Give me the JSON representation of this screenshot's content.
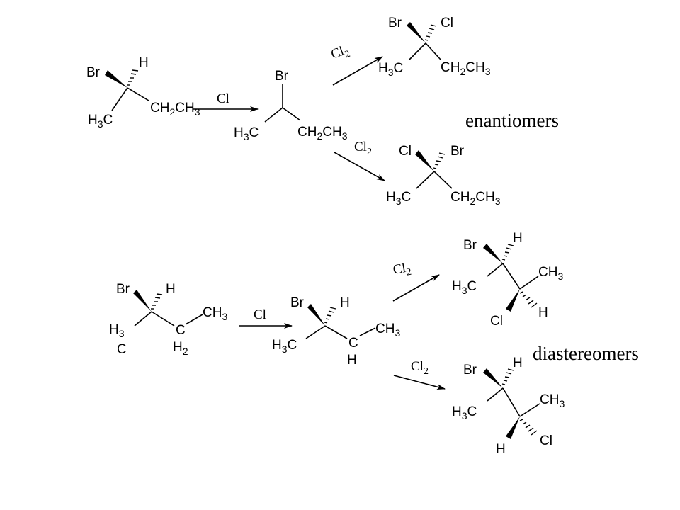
{
  "captions": {
    "enantiomers": "enantiomers",
    "diastereomers": "diastereomers"
  },
  "reagents": {
    "cl": "Cl",
    "cl2_base": "Cl",
    "cl2_sub": "2"
  },
  "atoms": {
    "br": "Br",
    "cl": "Cl",
    "h": "H",
    "c": "C",
    "h3": "H",
    "three": "3",
    "two": "2",
    "ch": "CH",
    "h3c_H": "H",
    "h3c_C": "C"
  },
  "colors": {
    "ink": "#000000",
    "background": "#ffffff"
  }
}
